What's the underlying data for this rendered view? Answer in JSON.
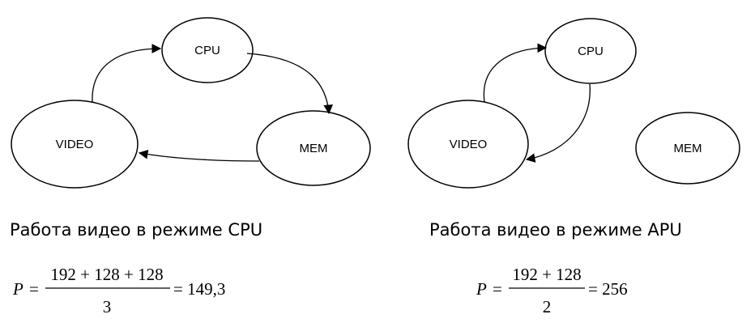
{
  "left_diagram": {
    "nodes": {
      "cpu": "CPU",
      "video": "VIDEO",
      "mem": "MEM"
    },
    "caption": "Работа видео в режиме CPU",
    "formula": {
      "variable": "P",
      "equals": "=",
      "numerator": "192 + 128 + 128",
      "denominator": "3",
      "result": "= 149,3"
    }
  },
  "right_diagram": {
    "nodes": {
      "cpu": "CPU",
      "video": "VIDEO",
      "mem": "MEM"
    },
    "caption": "Работа видео в режиме APU",
    "formula": {
      "variable": "P",
      "equals": "=",
      "numerator": "192 + 128",
      "denominator": "2",
      "result": "= 256"
    }
  },
  "colors": {
    "stroke": "#000000",
    "background": "#ffffff"
  }
}
